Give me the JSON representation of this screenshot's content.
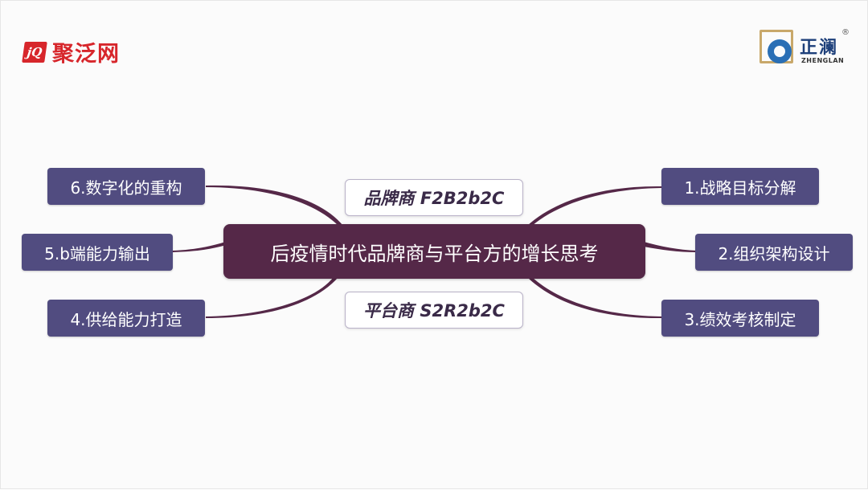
{
  "logos": {
    "left_badge": "jQ",
    "left_name": "聚泛网",
    "right_name": "正澜",
    "right_sub": "ZHENGLAN",
    "right_reg": "®"
  },
  "mindmap": {
    "center": "后疫情时代品牌商与平台方的增长思考",
    "tags": {
      "top": "品牌商 F2B2b2C",
      "bottom": "平台商 S2R2b2C"
    },
    "left_nodes": [
      "6.数字化的重构",
      "5.b端能力输出",
      "4.供给能力打造"
    ],
    "right_nodes": [
      "1.战略目标分解",
      "2.组织架构设计",
      "3.绩效考核制定"
    ]
  },
  "colors": {
    "center_fill": "#552848",
    "node_fill": "#514c80",
    "link": "#552848",
    "brand_red": "#d7262b"
  }
}
